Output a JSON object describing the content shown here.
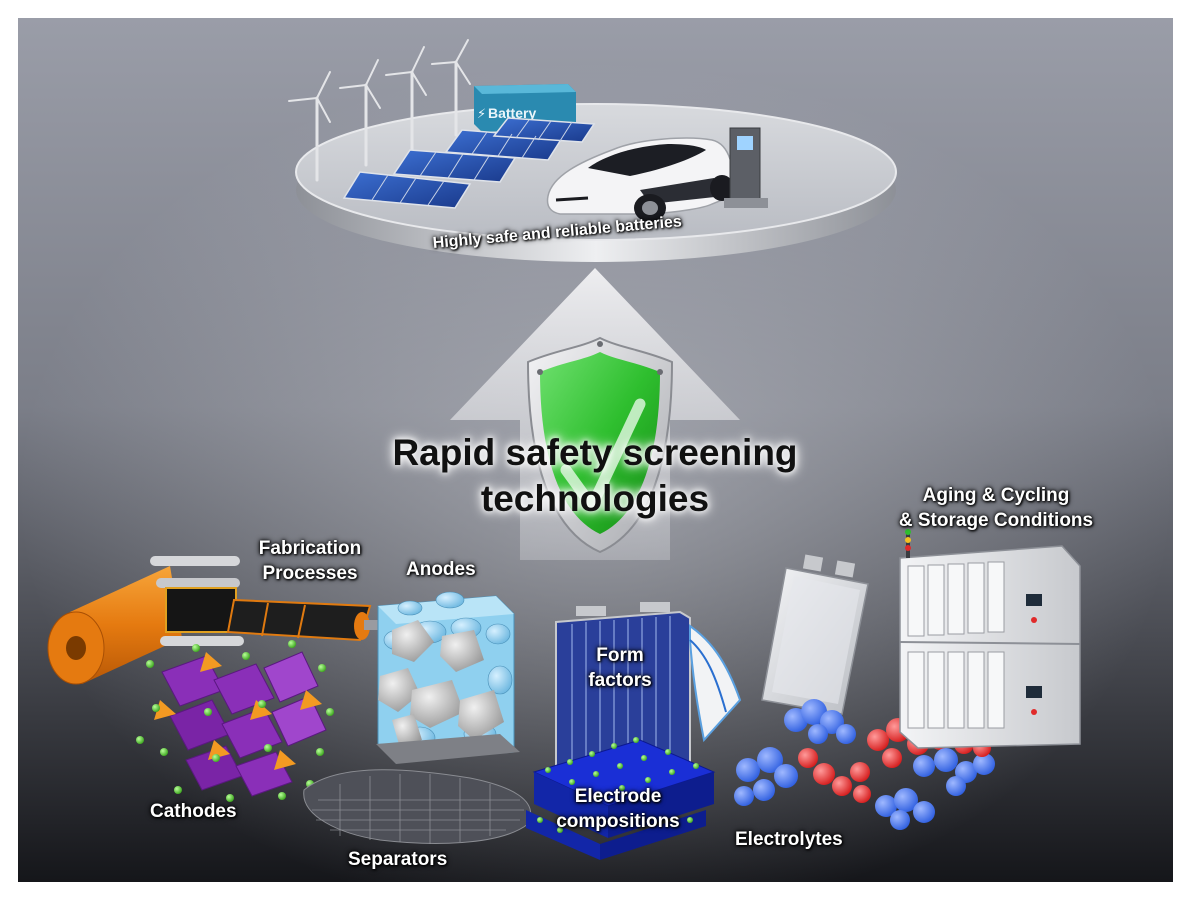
{
  "top_platform": {
    "caption": "Highly safe and reliable batteries",
    "battery_container_label": "Battery"
  },
  "center": {
    "title_line1": "Rapid safety screening",
    "title_line2": "technologies"
  },
  "components": {
    "fabrication_line1": "Fabrication",
    "fabrication_line2": "Processes",
    "anodes": "Anodes",
    "cathodes": "Cathodes",
    "separators": "Separators",
    "form_factors_line1": "Form",
    "form_factors_line2": "factors",
    "electrode_line1": "Electrode",
    "electrode_line2": "compositions",
    "electrolytes": "Electrolytes",
    "aging_line1": "Aging & Cycling",
    "aging_line2": "& Storage Conditions"
  },
  "colors": {
    "shield_green": "#2fbf2f",
    "arrow_gray": "#d9dade",
    "cathode_purple": "#8a2fb8",
    "cathode_orange": "#f39a22",
    "electrolyte_blue": "#2f5fe0",
    "electrolyte_red": "#e02a2a",
    "electrode_blue": "#1a2fd6",
    "anode_cyan": "#8fd0ef"
  }
}
